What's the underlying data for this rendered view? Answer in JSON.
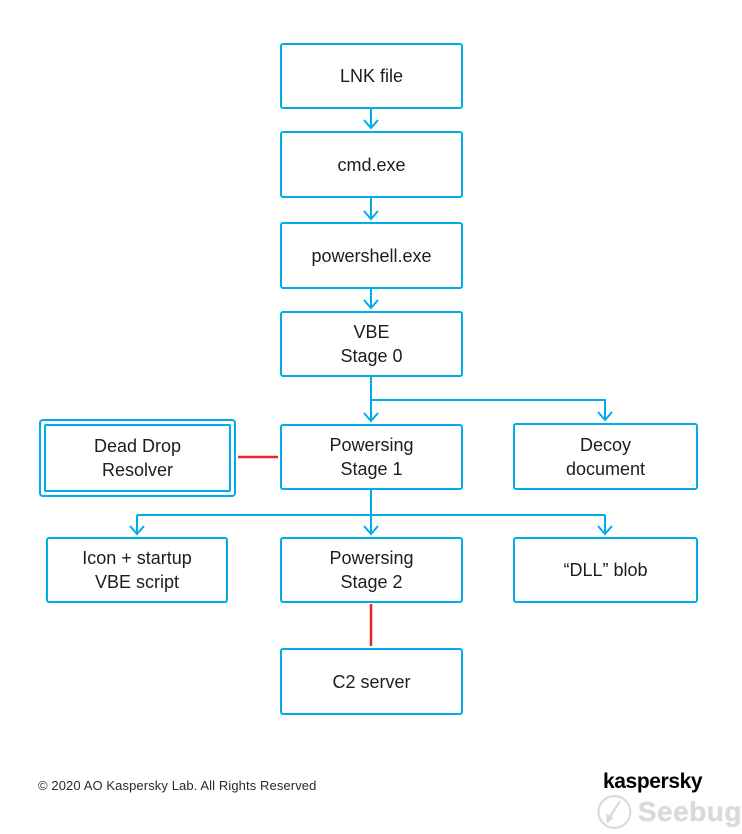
{
  "colors": {
    "node_border": "#00ade8",
    "flow_line": "#00ade8",
    "comm_line": "#e8232d",
    "text": "#1d1d1b",
    "watermark": "#d9d9d9"
  },
  "nodes": {
    "lnk_file": {
      "label": "LNK file"
    },
    "cmd_exe": {
      "label": "cmd.exe"
    },
    "powershell_exe": {
      "label": "powershell.exe"
    },
    "vbe_stage0": {
      "label": "VBE\nStage 0"
    },
    "dead_drop_resolver": {
      "label": "Dead Drop\nResolver"
    },
    "powersing_stage1": {
      "label": "Powersing\nStage 1"
    },
    "decoy_document": {
      "label": "Decoy\ndocument"
    },
    "icon_startup_vbe": {
      "label": "Icon + startup\nVBE script"
    },
    "powersing_stage2": {
      "label": "Powersing\nStage 2"
    },
    "dll_blob": {
      "label": "“DLL” blob"
    },
    "c2_server": {
      "label": "C2 server"
    }
  },
  "footer": {
    "copyright": "© 2020 AO Kaspersky Lab. All Rights Reserved",
    "kaspersky_logo_text": "kaspersky",
    "watermark_text": "Seebug"
  }
}
